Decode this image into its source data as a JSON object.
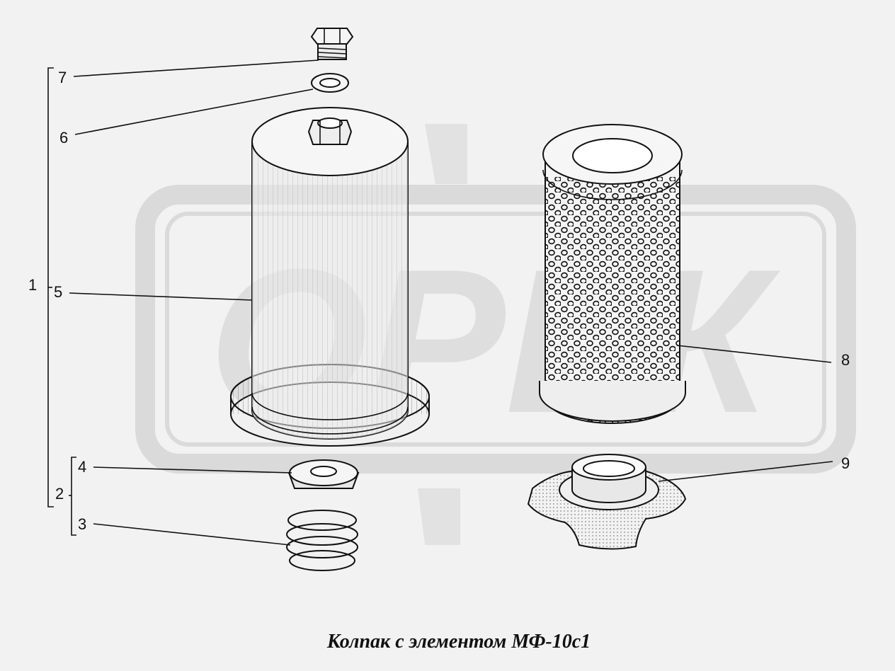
{
  "watermark": {
    "text": "ОРЕК",
    "color": "#dcdcdc"
  },
  "labels": {
    "p1": "1",
    "p2": "2",
    "p3": "3",
    "p4": "4",
    "p5": "5",
    "p6": "6",
    "p7": "7",
    "p8": "8",
    "p9": "9"
  },
  "caption": "Колпак с элементом МФ-10с1"
}
